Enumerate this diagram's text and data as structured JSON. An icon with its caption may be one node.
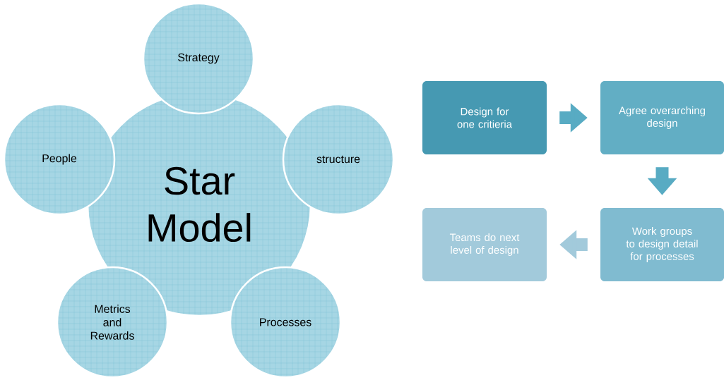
{
  "diagram": {
    "nodes": [
      {
        "text": [
          "Star Model"
        ]
      },
      {
        "text": [
          "Strategy"
        ]
      },
      {
        "text": [
          "structure"
        ]
      },
      {
        "text": [
          "Processes"
        ]
      },
      {
        "text": [
          "Metrics and Rewards"
        ]
      },
      {
        "text": [
          "People"
        ]
      },
      {
        "text": [
          "Design for one critieria"
        ]
      },
      {
        "text": [
          "Agree overarching design"
        ]
      },
      {
        "text": [
          "Work groups to design detail for processes"
        ]
      },
      {
        "text": [
          "Teams do next level of design"
        ]
      }
    ],
    "edges": [
      {
        "from": 6,
        "to": 7,
        "arrow": "to"
      },
      {
        "from": 7,
        "to": 8,
        "arrow": "to"
      },
      {
        "from": 8,
        "to": 9,
        "arrow": "to",
        "color": "#a2cadb"
      }
    ]
  }
}
